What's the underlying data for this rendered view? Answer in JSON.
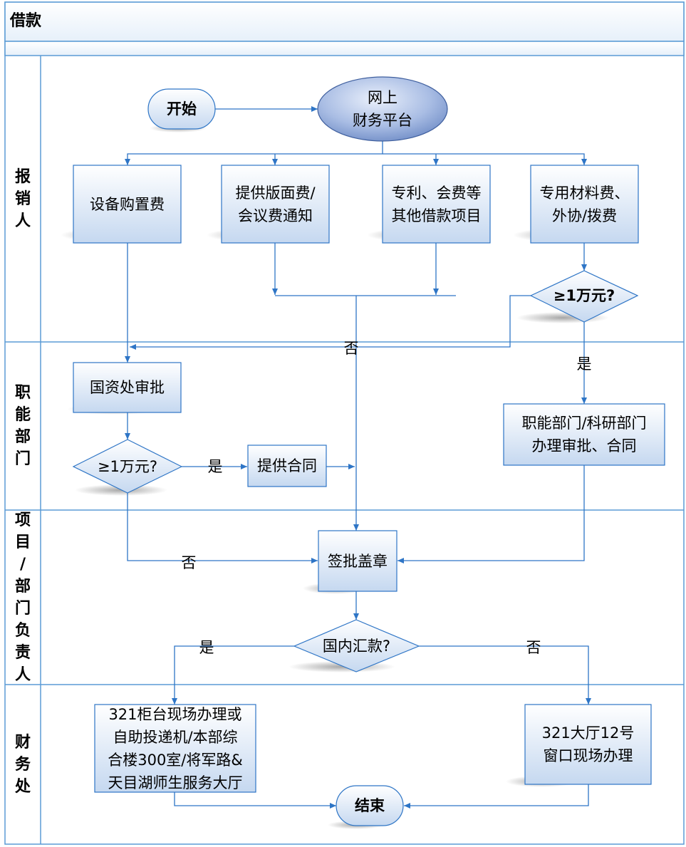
{
  "page_title": "借款",
  "lanes": [
    {
      "id": "applicant",
      "label": "报\n销\n人"
    },
    {
      "id": "functional",
      "label": "职\n能\n部\n门"
    },
    {
      "id": "leader",
      "label": "项\n目\n/\n部\n门\n负\n责\n人"
    },
    {
      "id": "finance",
      "label": "财\n务\n处"
    }
  ],
  "nodes": {
    "start": "开始",
    "platform": "网上\n财务平台",
    "equipment": "设备购置费",
    "layout_fee": "提供版面费/\n会议费通知",
    "patent_fee": "专利、会费等\n其他借款项目",
    "materials": "专用材料费、\n外协/拨费",
    "decision_top": "≥1万元?",
    "state_asset": "国资处审批",
    "decision_mid": "≥1万元?",
    "contract": "提供合同",
    "dept_approval": "职能部门/科研部门\n办理审批、合同",
    "sign_seal": "签批盖章",
    "domestic": "国内汇款?",
    "counter_321": "321柜台现场办理或\n自助投递机/本部综\n合楼300室/将军路&\n天目湖师生服务大厅",
    "hall_321": "321大厅12号\n窗口现场办理",
    "end": "结束"
  },
  "edge_labels": {
    "top_no": "否",
    "top_yes": "是",
    "mid_yes": "是",
    "mid_no": "否",
    "domestic_yes": "是",
    "domestic_no": "否"
  },
  "colors": {
    "line": "#2e75c6",
    "box_top": "#ffffff",
    "box_bottom": "#c5d8f0",
    "ellipse_dark": "#6f8cc6",
    "frame": "#5b9bd5"
  }
}
